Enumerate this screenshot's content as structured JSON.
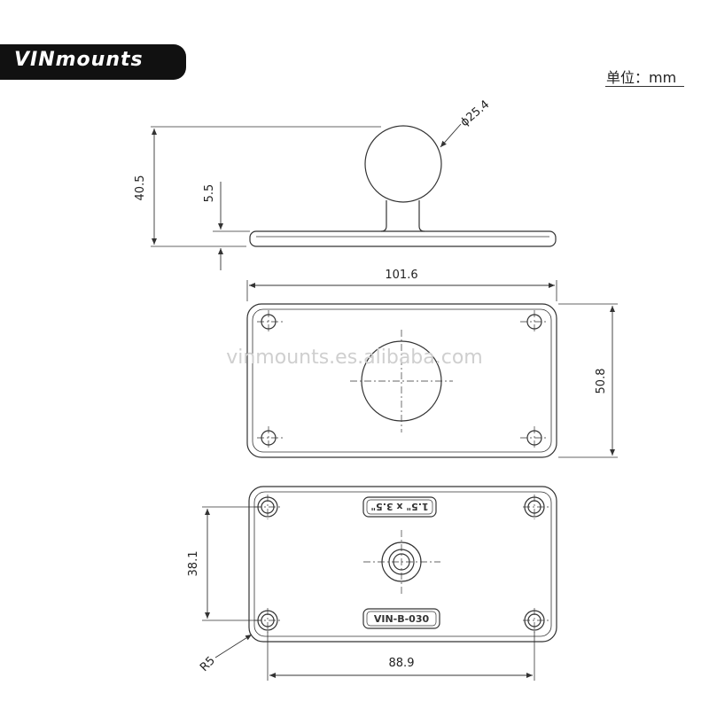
{
  "brand": {
    "name": "VINmounts"
  },
  "unit": {
    "label": "单位：mm"
  },
  "watermark": "vinmounts.es.alibaba.com",
  "side_view": {
    "height_label": "40.5",
    "thickness_label": "5.5",
    "ball_label": "ϕ25.4"
  },
  "top_view": {
    "width_label": "101.6",
    "height_label": "50.8"
  },
  "bottom_view": {
    "hole_spacing_x_label": "88.9",
    "hole_spacing_y_label": "38.1",
    "radius_label": "R5",
    "stamp_size": "1.5\" x 3.5\"",
    "stamp_model": "VIN-B-030"
  },
  "colors": {
    "line": "#333333",
    "brand_bg": "#111111",
    "watermark": "#cfcfcf"
  }
}
